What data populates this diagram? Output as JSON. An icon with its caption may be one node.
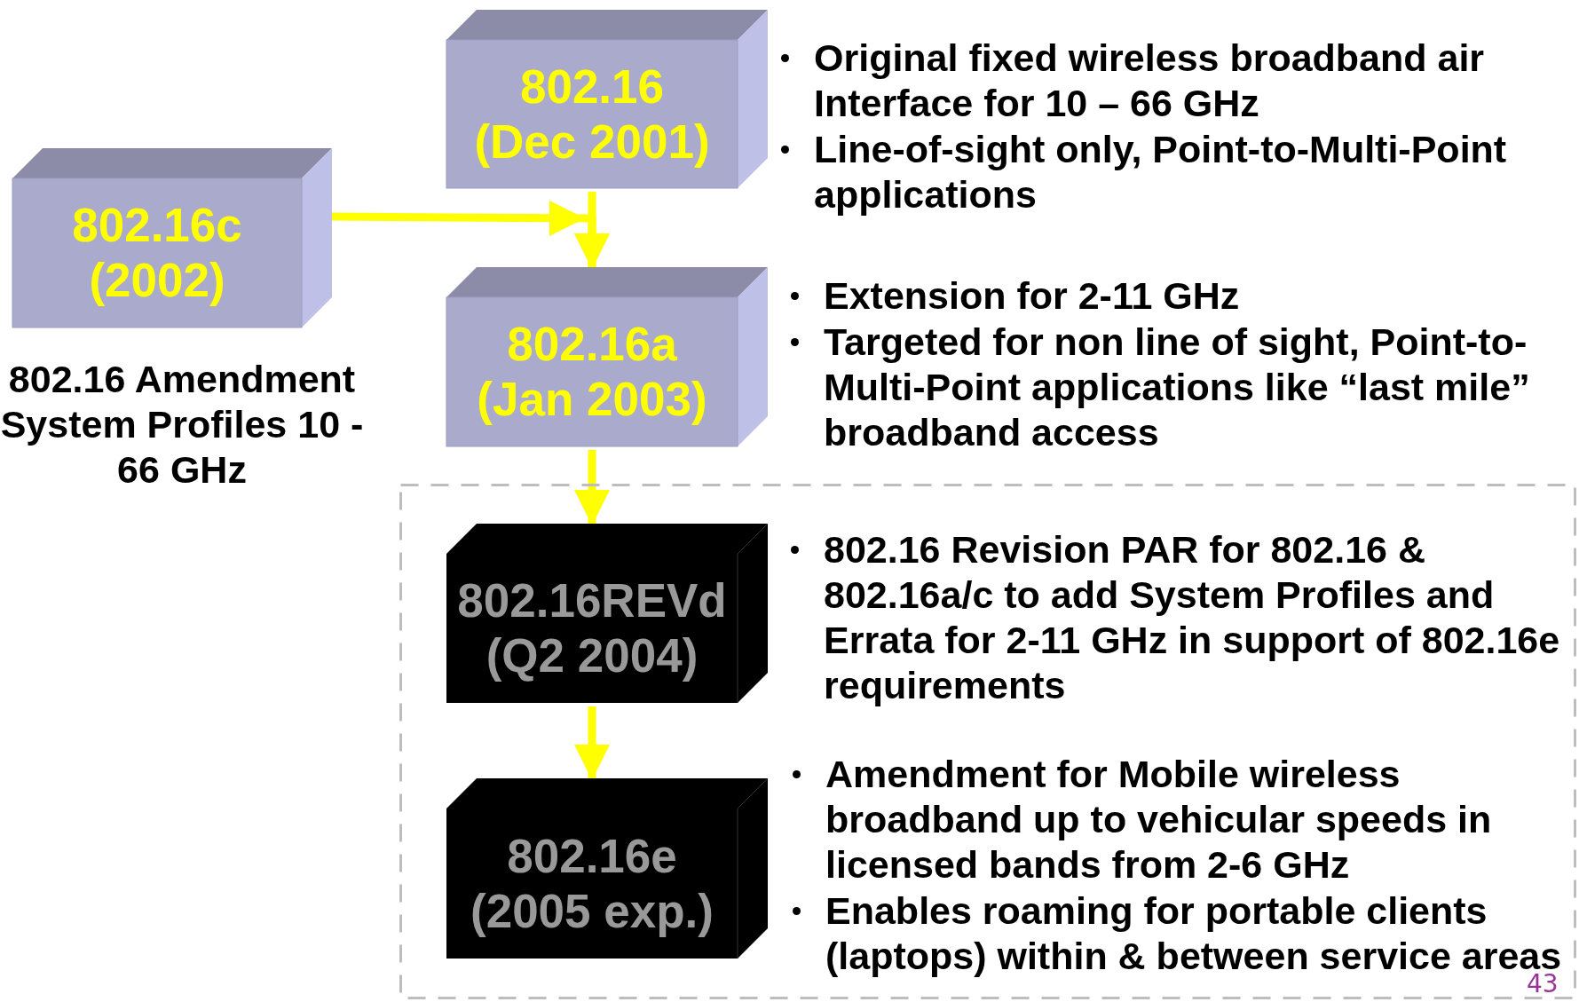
{
  "diagram": {
    "nodes": [
      {
        "text": [
          "802.16 (Dec 2001)"
        ],
        "beside": [
          "Original fixed wireless broadband air Interface for 10 – 66 GHz",
          "Line-of-sight only, Point-to-Multi-Point applications"
        ]
      },
      {
        "text": [
          "802.16c (2002)"
        ],
        "beside": [
          "802.16 Amendment System Profiles 10 - 66 GHz"
        ]
      },
      {
        "text": [
          "802.16a (Jan 2003)"
        ],
        "beside": [
          "Extension for 2-11 GHz",
          "Targeted for non line of sight, Point-to-Multi-Point applications like “last mile” broadband access"
        ]
      },
      {
        "text": [],
        "shape": "box"
      },
      {
        "text": [
          "802.16REVd (Q2 2004)"
        ],
        "in": 3,
        "beside": [
          "802.16 Revision PAR for 802.16 & 802.16a/c to add System Profiles and Errata for 2-11 GHz in support of 802.16e requirements"
        ]
      },
      {
        "text": [
          "802.16e (2005 exp.)"
        ],
        "in": 3,
        "beside": [
          "Amendment for Mobile wireless broadband up to vehicular speeds in licensed bands from 2-6 GHz",
          "Enables roaming for portable clients (laptops) within & between service areas"
        ]
      }
    ],
    "edges": [
      {
        "from": 0,
        "to": 2,
        "arrow": "to"
      },
      {
        "from": 1,
        "to": 2,
        "arrow": "to"
      },
      {
        "from": 2,
        "to": 4,
        "arrow": "to"
      },
      {
        "from": 4,
        "to": 5,
        "arrow": "to"
      }
    ],
    "labels": [
      "43"
    ]
  }
}
